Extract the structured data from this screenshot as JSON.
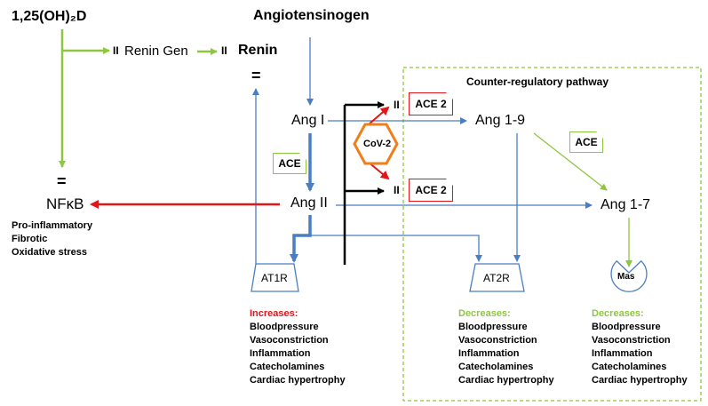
{
  "colors": {
    "green": "#8dc63f",
    "blue": "#4a7ec4",
    "red": "#e0161b",
    "black": "#000000",
    "orange": "#f07f1a",
    "dashed_border": "#8dc63f"
  },
  "nodes": {
    "vitamin_d": "1,25(OH)₂D",
    "renin_gen": "Renin Gen",
    "renin": "Renin",
    "angiotensinogen": "Angiotensinogen",
    "ang_i": "Ang I",
    "ang_ii": "Ang II",
    "ang_1_9": "Ang 1-9",
    "ang_1_7": "Ang 1-7",
    "nfkb": "NFκB",
    "at1r": "AT1R",
    "at2r": "AT2R",
    "mas": "Mas",
    "cov2": "CoV-2"
  },
  "inhibition_marks": {
    "renin_gen": "II",
    "renin": "II",
    "ace2_top": "II",
    "ace2_bottom": "II"
  },
  "equals_marks": {
    "nfkb": "=",
    "renin": "="
  },
  "enzymes": {
    "ace_left": "ACE",
    "ace_right": "ACE",
    "ace2_top": "ACE 2",
    "ace2_bottom": "ACE 2"
  },
  "region": {
    "title": "Counter-regulatory pathway"
  },
  "nfkb_effects": [
    "Pro-inflammatory",
    "Fibrotic",
    "Oxidative stress"
  ],
  "outcomes": {
    "at1r": {
      "heading": "Increases:",
      "items": [
        "Bloodpressure",
        "Vasoconstriction",
        "Inflammation",
        "Catecholamines",
        "Cardiac hypertrophy"
      ]
    },
    "at2r": {
      "heading": "Decreases:",
      "items": [
        "Bloodpressure",
        "Vasoconstriction",
        "Inflammation",
        "Catecholamines",
        "Cardiac hypertrophy"
      ]
    },
    "mas": {
      "heading": "Decreases:",
      "items": [
        "Bloodpressure",
        "Vasoconstriction",
        "Inflammation",
        "Catecholamines",
        "Cardiac hypertrophy"
      ]
    }
  }
}
